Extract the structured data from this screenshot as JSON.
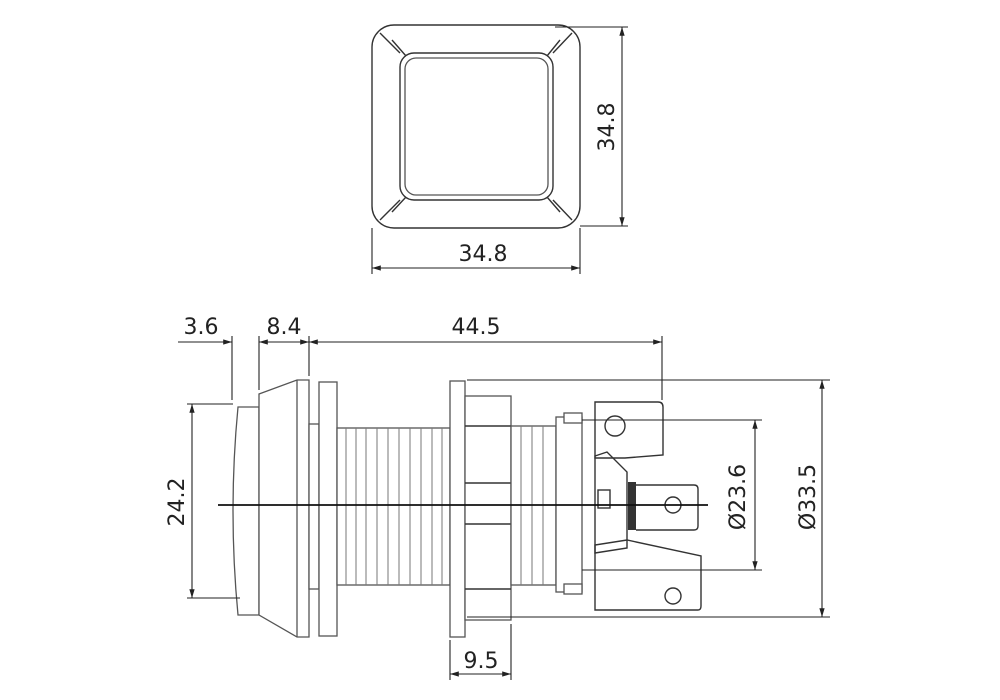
{
  "title_view": {
    "width_label": "34.8",
    "height_label": "34.8"
  },
  "side_view": {
    "cap_depth_label": "3.6",
    "bezel_depth_label": "8.4",
    "body_length_label": "44.5",
    "cap_height_label": "24.2",
    "inner_diameter_label": "Ø23.6",
    "outer_diameter_label": "Ø33.5",
    "nut_width_label": "9.5"
  }
}
